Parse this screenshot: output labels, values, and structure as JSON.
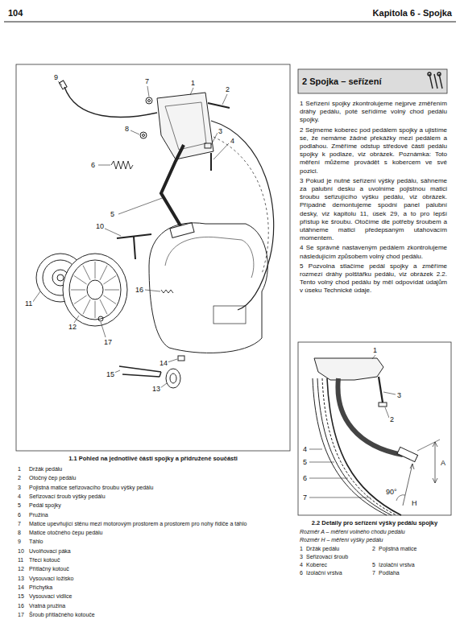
{
  "diagram": {
    "title": "Kapitola 6 - Spojka",
    "nodes": [
      {
        "text": [
          "2 Spojka – seřízení"
        ]
      }
    ],
    "labels": [
      "104",
      "1 Seřízení spojky zkontrolujeme nejprve změřením dráhy pedálu, poté seřídíme volný chod pedálu spojky.",
      "2 Sejmeme koberec pod pedálem spojky a ujistíme se, že nemáme žádné překážky mezi pedálem a podlahou. Změříme odstup středové části pedálu spojky k podlaze, viz obrázek. Poznámka: Toto měření můžeme provádět s kobercem ve své pozici.",
      "3 Pokud je nutné seřízení výšky pedálu, sáhneme za palubní desku a uvolníme pojistnou matici šroubu seřizujícího výšku pedálu, viz obrázek. Případně demontujeme spodní panel palubní desky, viz kapitolu 11, úsek 29, a to pro lepší přístup ke šroubu. Otočíme dle potřeby šroubem a utáhneme matici předepsaným utahovacím momentem.",
      "4 Se správně nastaveným pedálem zkontrolujeme následujícím způsobem volný chod pedálu.",
      "5 Pozvolna stlačíme pedál spojky a změříme rozmezí dráhy polštářku pedálu, viz obrázek 2.2. Tento volný chod pedálu by měl odpovídat údajům v úseku Technické údaje.",
      "1.1 Pohled na jednotlivé části spojky a přidružené součásti",
      "1",
      "Držák pedálu",
      "2",
      "Otočný čep pedálu",
      "3",
      "Pojistná matice seřizovacího šroubu výšky pedálu",
      "4",
      "Seřizovací šroub výšky pedálu",
      "5",
      "Pedál spojky",
      "6",
      "Pružina",
      "7",
      "Matice upevňující stěnu mezi motorovým prostorem a prostorem pro nohy řidiče a táhlo",
      "8",
      "Matice otočného čepu pedálu",
      "9",
      "Táhlo",
      "10",
      "Uvolňovací páka",
      "11",
      "Třecí kotouč",
      "12",
      "Přítlačný kotouč",
      "13",
      "Vysouvací ložisko",
      "14",
      "Příchytka",
      "15",
      "Vysouvací vidlice",
      "16",
      "Vratná pružina",
      "17",
      "Šroub přítlačného kotouče",
      "1",
      "2",
      "3",
      "4",
      "5",
      "6",
      "7",
      "8",
      "9",
      "10",
      "11",
      "12",
      "13",
      "14",
      "15",
      "16",
      "17",
      "1",
      "2",
      "3",
      "4",
      "5",
      "6",
      "7",
      "A",
      "H",
      "90°",
      "2.2 Detaily pro seřízení výšky pedálu spojky",
      "Rozměr A – měření volného chodu pedálu",
      "Rozměr H – měření výšky pedálu",
      "1",
      "Držák pedálu",
      "2",
      "Pojistná matice",
      "3",
      "Seřizovací šroub",
      "4",
      "Koberec",
      "5",
      "Izolační vrstva",
      "6",
      "Izolační vrstva",
      "7",
      "Podlaha"
    ]
  }
}
